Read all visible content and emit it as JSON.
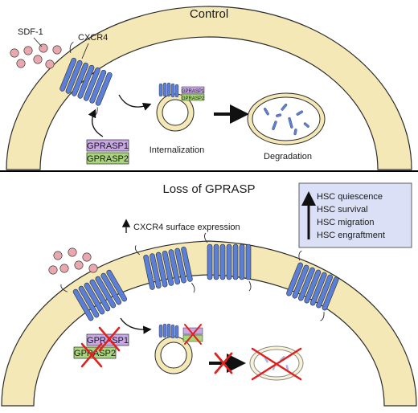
{
  "top_panel": {
    "title": "Control",
    "ligand_label": "SDF-1",
    "receptor_label": "CXCR4",
    "protein_1": "GPRASP1",
    "protein_2": "GPRASP2",
    "step_internalization": "Internalization",
    "step_degradation": "Degradation"
  },
  "bottom_panel": {
    "title": "Loss of GPRASP",
    "surface_expression_label": "CXCR4 surface expression",
    "protein_1": "GPRASP1",
    "protein_2": "GPRASP2",
    "effects": [
      "HSC quiescence",
      "HSC survival",
      "HSC migration",
      "HSC engraftment"
    ]
  },
  "colors": {
    "membrane": "#f4e8b6",
    "membrane_stroke": "#2b2b2b",
    "receptor": "#5b7fd6",
    "ligand": "#e9a7ae",
    "gprasp1": "#c7a7e6",
    "gprasp2": "#a9d67a",
    "effects_box": "#dbe0f7",
    "cross": "#e0201f"
  }
}
